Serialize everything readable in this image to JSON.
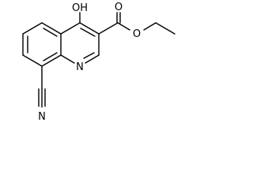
{
  "molecule": {
    "labels": {
      "hydroxyl": "OH",
      "ester_carbonyl_oxygen": "O",
      "ester_ether_oxygen": "O",
      "ring_nitrogen": "N",
      "nitrile_nitrogen": "N"
    }
  }
}
